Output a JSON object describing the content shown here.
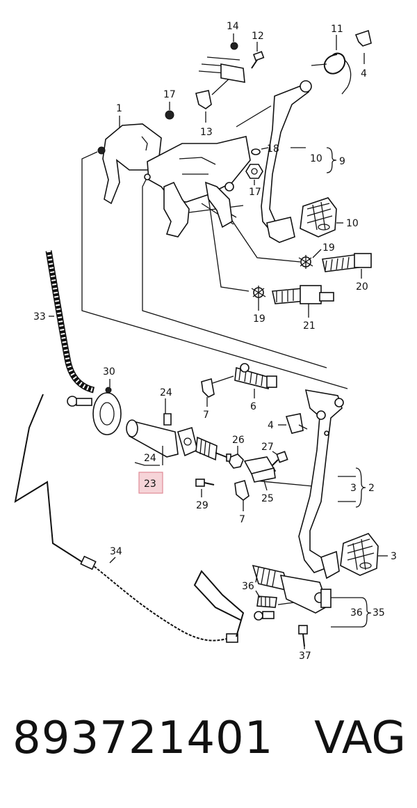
{
  "labels": {
    "l1": "1",
    "l2": "2",
    "l3a": "3",
    "l3b": "3",
    "l4a": "4",
    "l4b": "4",
    "l6": "6",
    "l7a": "7",
    "l7b": "7",
    "l9": "9",
    "l10a": "10",
    "l10b": "10",
    "l11": "11",
    "l12": "12",
    "l13": "13",
    "l14": "14",
    "l17a": "17",
    "l17b": "17",
    "l18": "18",
    "l19a": "19",
    "l19b": "19",
    "l20": "20",
    "l21": "21",
    "l23": "23",
    "l24a": "24",
    "l24b": "24",
    "l25": "25",
    "l26": "26",
    "l27": "27",
    "l29": "29",
    "l30": "30",
    "l33": "33",
    "l34": "34",
    "l35": "35",
    "l36a": "36",
    "l36b": "36",
    "l37": "37"
  },
  "highlight": {
    "label": "23",
    "color": "#f6d4d8"
  },
  "footer": {
    "part_number": "893721401",
    "brand": "VAG"
  }
}
